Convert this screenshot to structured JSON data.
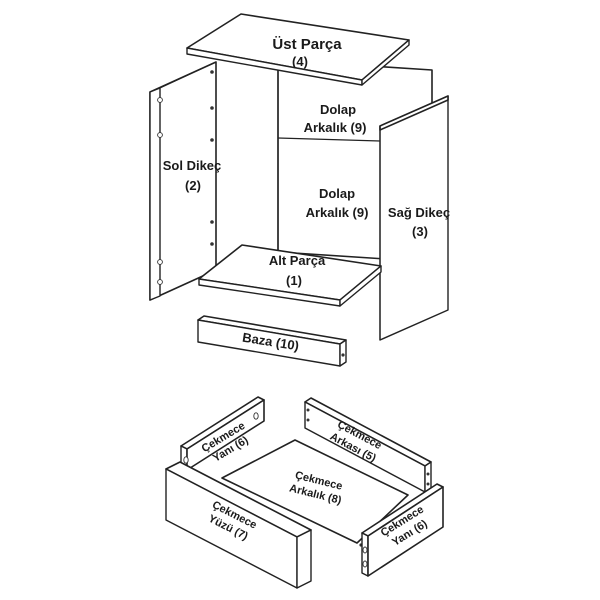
{
  "cabinet": {
    "top": {
      "name": "Üst Parça",
      "num": "(4)"
    },
    "left": {
      "name": "Sol Dikeç",
      "num": "(2)"
    },
    "right": {
      "name": "Sağ Dikeç",
      "num": "(3)"
    },
    "back_upper": {
      "name": "Dolap",
      "name2": "Arkalık (9)"
    },
    "back_lower": {
      "name": "Dolap",
      "name2": "Arkalık (9)"
    },
    "bottom": {
      "name": "Alt Parça",
      "num": "(1)"
    },
    "base": {
      "label": "Baza (10)"
    }
  },
  "drawer": {
    "side_left": {
      "name": "Çekmece",
      "name2": "Yanı (6)"
    },
    "back": {
      "name": "Çekmece",
      "name2": "Arkası (5)"
    },
    "bottom": {
      "name": "Çekmece",
      "name2": "Arkalık (8)"
    },
    "front": {
      "name": "Çekmece",
      "name2": "Yüzü (7)"
    },
    "side_right": {
      "name": "Çekmece",
      "name2": "Yanı (6)"
    }
  }
}
